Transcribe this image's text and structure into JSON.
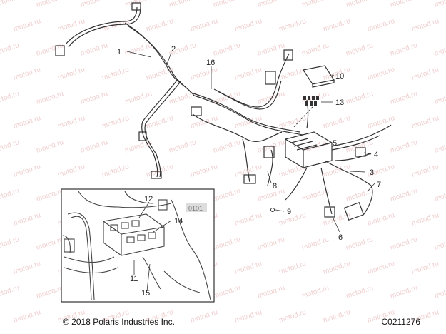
{
  "watermark": "motod.ru",
  "callouts": [
    "1",
    "2",
    "3",
    "4",
    "5",
    "6",
    "7",
    "8",
    "9",
    "10",
    "11",
    "12",
    "13",
    "14",
    "15",
    "16"
  ],
  "detail_badge": "0101",
  "footer": {
    "copyright": "© 2018 Polaris Industries Inc.",
    "figure_code": "C0211276"
  }
}
